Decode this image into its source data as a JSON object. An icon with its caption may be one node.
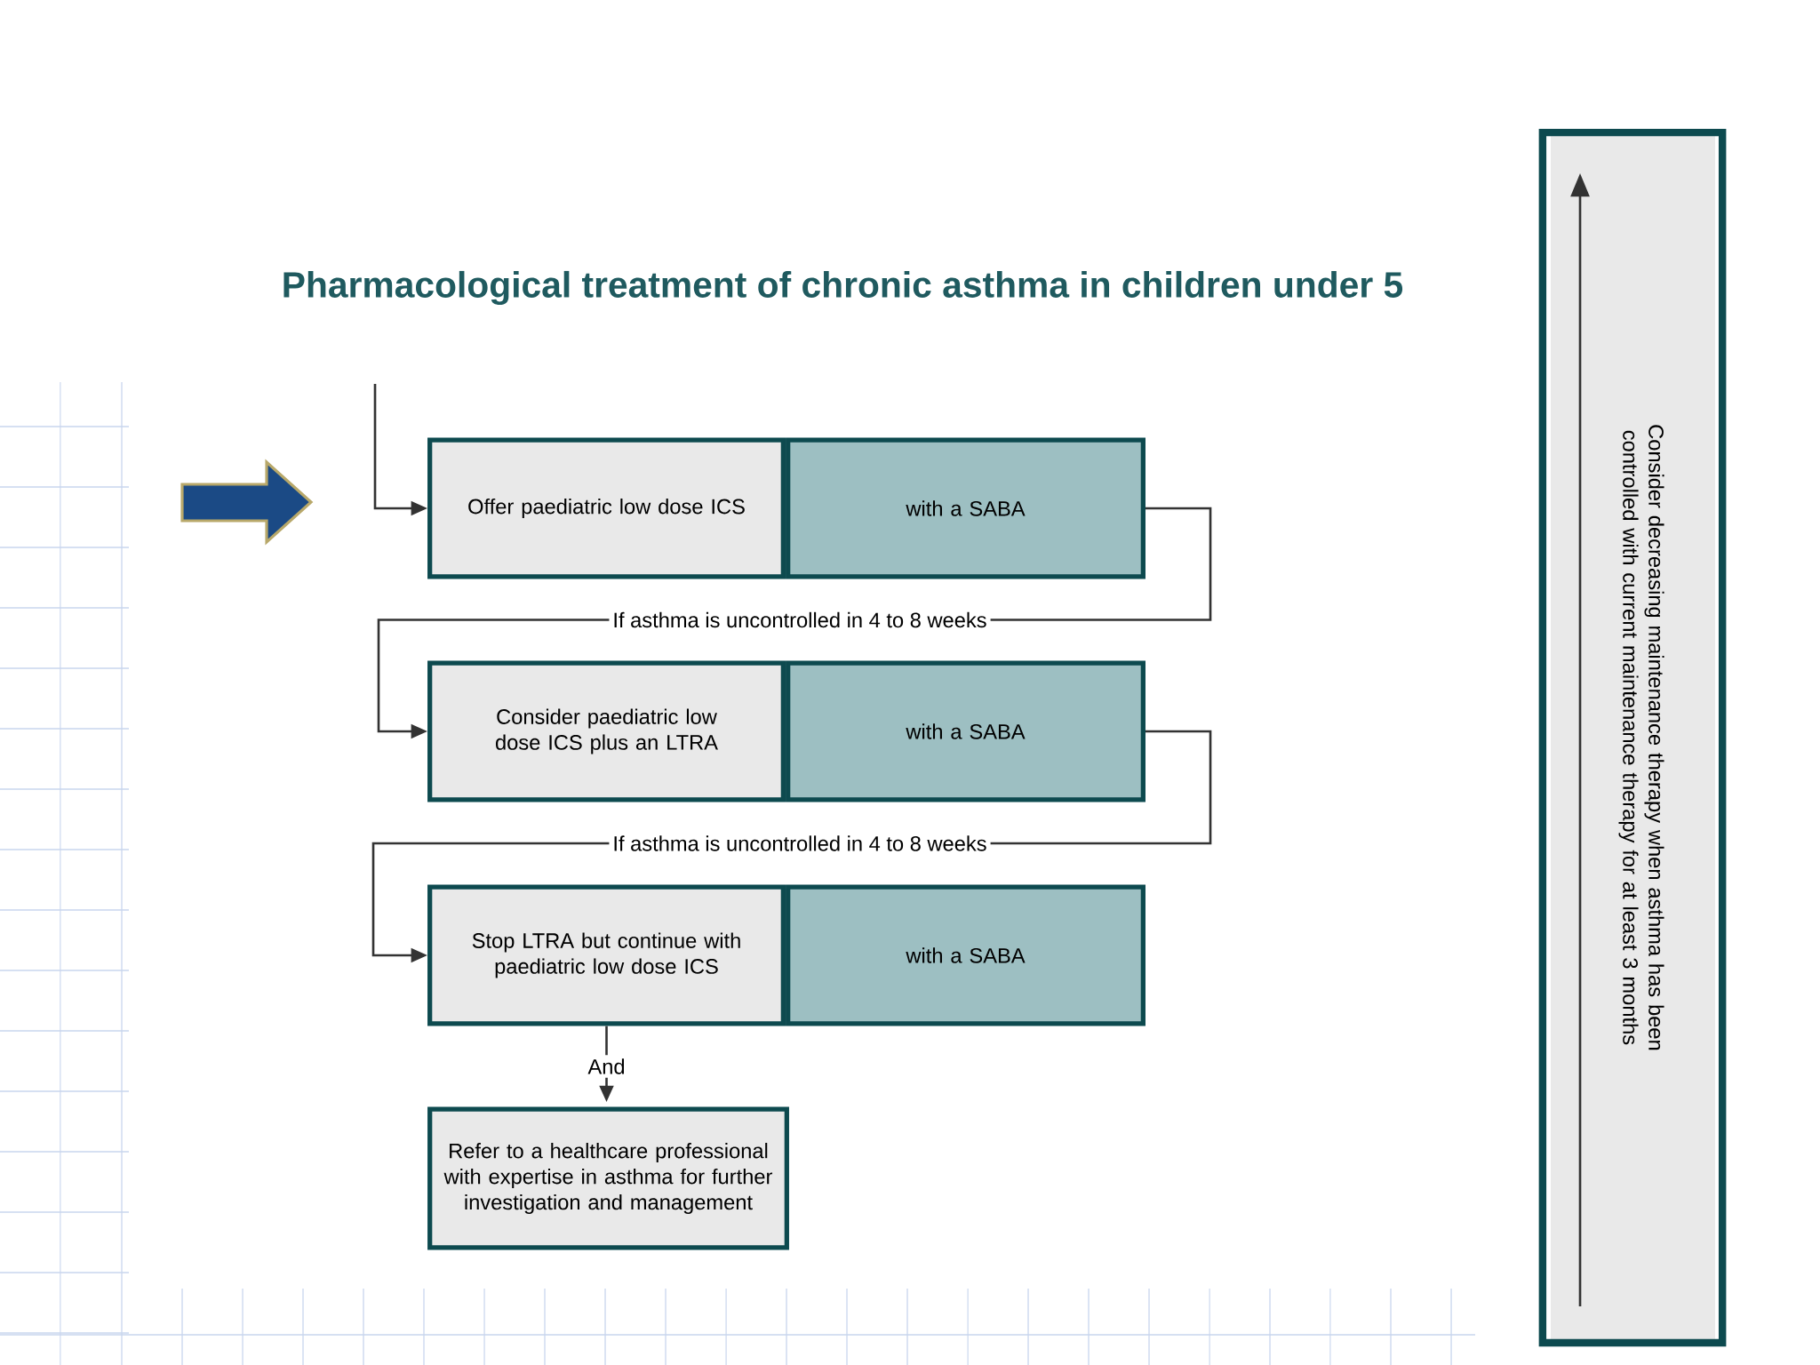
{
  "diagram": {
    "title": "Pharmacological treatment of chronic asthma in children under 5",
    "nodes": [
      {
        "text": [
          "Offer paediatric low dose ICS"
        ]
      },
      {
        "text": [
          "with a SABA"
        ]
      },
      {
        "text": [
          "Consider paediatric low dose ICS plus an LTRA"
        ]
      },
      {
        "text": [
          "with a SABA"
        ]
      },
      {
        "text": [
          "Stop LTRA but continue with paediatric low dose ICS"
        ]
      },
      {
        "text": [
          "with a SABA"
        ]
      },
      {
        "text": [
          "Refer to a healthcare professional with expertise in asthma for further investigation and management"
        ]
      },
      {
        "text": [
          "Consider decreasing maintenance therapy when asthma has been controlled with current maintenance therapy for at least 3 months"
        ]
      }
    ],
    "edges": [
      {
        "from": null,
        "to": 0,
        "arrow": "to"
      },
      {
        "from": 1,
        "to": 2,
        "arrow": "to",
        "label": "If asthma is uncontrolled in 4 to 8 weeks"
      },
      {
        "from": 3,
        "to": 4,
        "arrow": "to",
        "label": "If asthma is uncontrolled in 4 to 8 weeks"
      },
      {
        "from": 4,
        "to": 6,
        "arrow": "to",
        "label": "And"
      }
    ]
  }
}
